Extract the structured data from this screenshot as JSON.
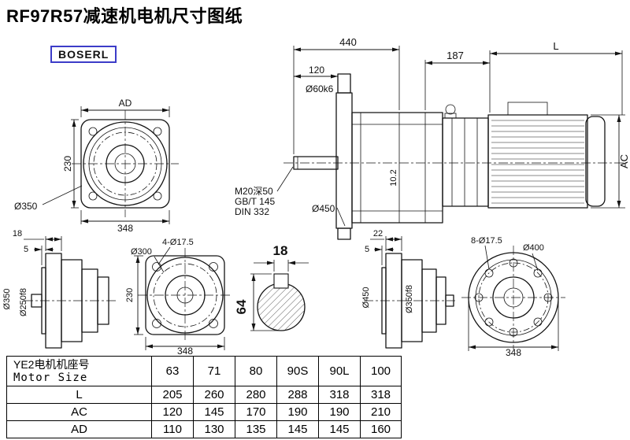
{
  "page": {
    "title": "RF97R57减速机电机尺寸图纸",
    "brand": "BOSERL"
  },
  "views": {
    "flange_front": {
      "width_label": "AD",
      "height": "230",
      "od": "Ø350",
      "width": "348"
    },
    "assembly": {
      "total_len": "440",
      "shaft_len": "120",
      "shaft_dia": "Ø60k6",
      "mid_len": "187",
      "motor_len": "L",
      "motor_height": "AC",
      "tap_note": "M20深50",
      "std_1": "GB/T 145",
      "std_2": "DIN 332",
      "flange_od": "Ø450",
      "key_height": "10.2"
    },
    "output_flange_side": {
      "flange_t": "18",
      "spigot_t": "5",
      "od": "Ø350",
      "spigot_d": "Ø250f8"
    },
    "gearbox_flange_front": {
      "holes": "4-Ø17.5",
      "bolt_circle": "Ø300",
      "height": "230",
      "width": "348"
    },
    "shaft_section": {
      "key_width": "18",
      "bore_depth": "64"
    },
    "motor_flange_side": {
      "flange_t": "22",
      "spigot_t": "5",
      "od": "Ø450",
      "spigot_d": "Ø350f8"
    },
    "motor_flange_front": {
      "holes": "8-Ø17.5",
      "bolt_circle": "Ø400",
      "width": "348"
    }
  },
  "table": {
    "header": {
      "line1": "YE2电机机座号",
      "line2": "Motor Size"
    },
    "sizes": [
      "63",
      "71",
      "80",
      "90S",
      "90L",
      "100"
    ],
    "rows": [
      {
        "label": "L",
        "values": [
          "205",
          "260",
          "280",
          "288",
          "318",
          "318"
        ]
      },
      {
        "label": "AC",
        "values": [
          "120",
          "145",
          "170",
          "190",
          "190",
          "210"
        ]
      },
      {
        "label": "AD",
        "values": [
          "110",
          "130",
          "135",
          "145",
          "145",
          "160"
        ]
      }
    ]
  }
}
